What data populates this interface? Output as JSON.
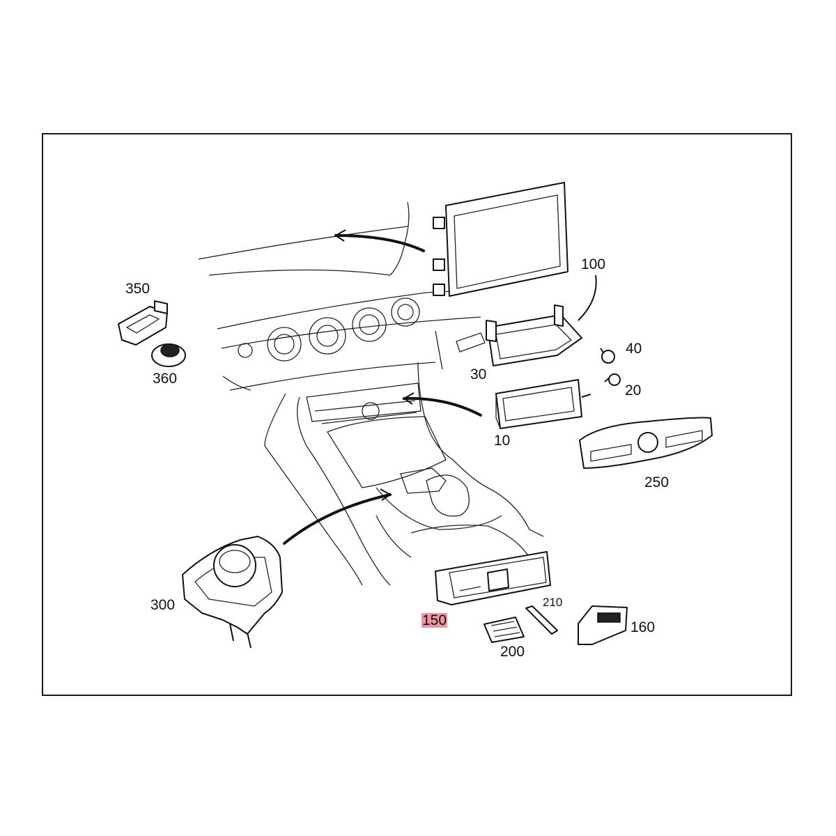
{
  "diagram": {
    "colors": {
      "highlight": "#e63c50",
      "ink": "#111111",
      "background": "#ffffff"
    },
    "callouts": {
      "c350": "350",
      "c360": "360",
      "c100": "100",
      "c40": "40",
      "c30": "30",
      "c20": "20",
      "c10": "10",
      "c250": "250",
      "c300": "300",
      "c210": "210",
      "c150": "150",
      "c160": "160",
      "c200": "200"
    }
  }
}
